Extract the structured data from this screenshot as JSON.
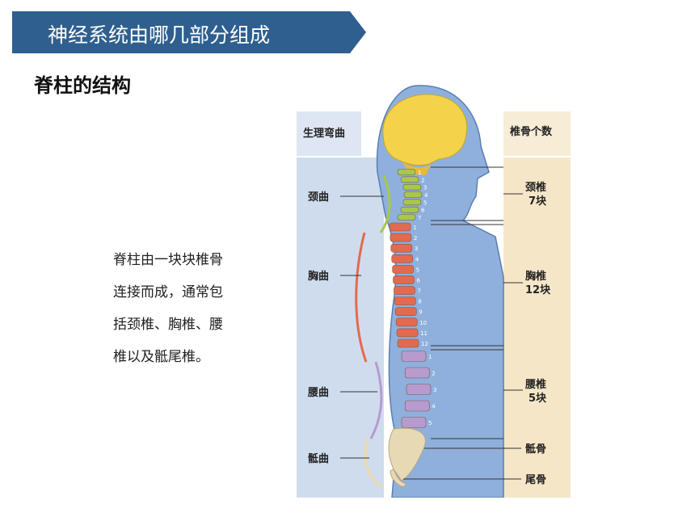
{
  "banner": {
    "title": "神经系统由哪几部分组成",
    "color": "#2e5f8f"
  },
  "section_title": "脊柱的结构",
  "description_lines": [
    "脊柱由一块块椎骨",
    "连接而成，通常包",
    "括颈椎、胸椎、腰",
    "椎以及骶尾椎。"
  ],
  "diagram": {
    "left_header": "生理弯曲",
    "right_header": "椎骨个数",
    "curves": [
      "颈曲",
      "胸曲",
      "腰曲",
      "骶曲"
    ],
    "segments": [
      {
        "name": "颈椎",
        "count": "7块",
        "color": "#a8c84a"
      },
      {
        "name": "胸椎",
        "count": "12块",
        "color": "#e36a4e"
      },
      {
        "name": "腰椎",
        "count": "5块",
        "color": "#b79bcf"
      },
      {
        "name": "骶骨",
        "count": "",
        "color": "#e8d9b5"
      },
      {
        "name": "尾骨",
        "count": "",
        "color": "#e8d9b5"
      }
    ],
    "vertebra_numbers": {
      "cervical": [
        "1",
        "2",
        "3",
        "4",
        "5",
        "6",
        "7"
      ],
      "thoracic": [
        "1",
        "2",
        "3",
        "4",
        "5",
        "6",
        "7",
        "8",
        "9",
        "10",
        "11",
        "12"
      ],
      "lumbar": [
        "1",
        "2",
        "3",
        "4",
        "5"
      ]
    },
    "colors": {
      "left_panel": "#cfdcee",
      "right_panel": "#f5e6c8",
      "body": "#8fb0dd",
      "brain": "#f4d24a"
    }
  }
}
